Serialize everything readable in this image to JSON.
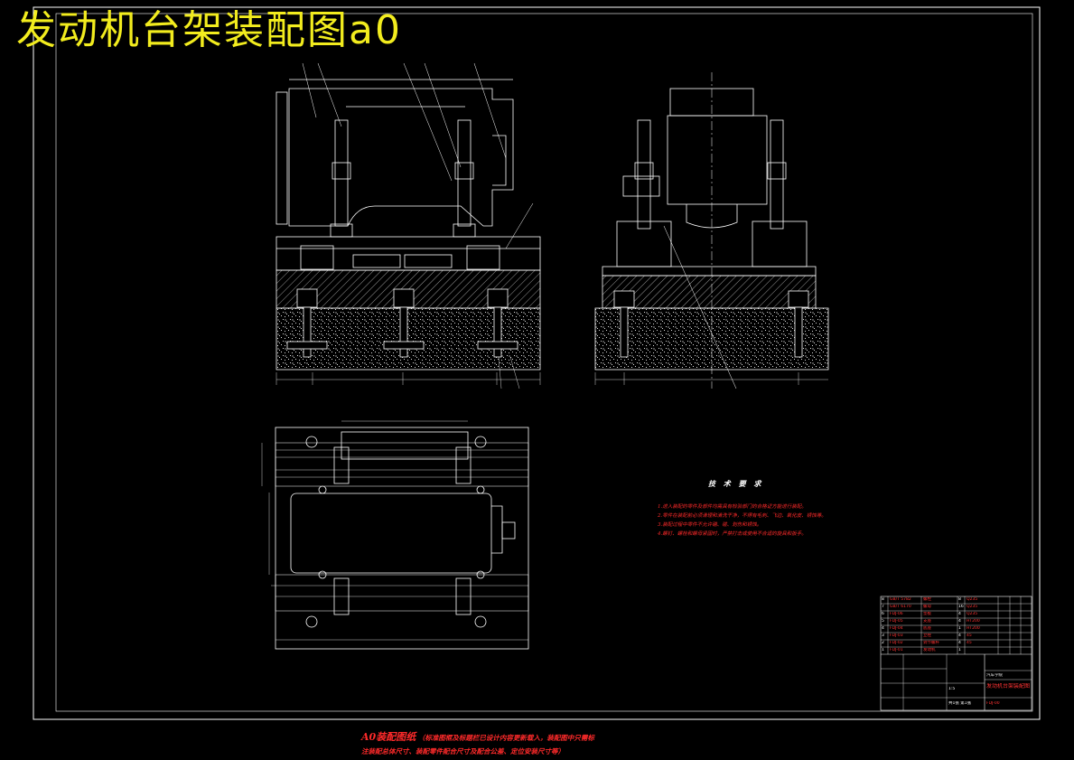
{
  "title": "发动机台架装配图a0",
  "technical_requirements": {
    "heading": "技 术 要 求",
    "items": [
      "1.进入装配的零件及部件均需具有检验部门的合格证方能进行装配。",
      "2.零件在装配前必须清理和清洗干净，不得有毛刺、飞边、氧化皮、锈蚀等。",
      "3.装配过程中零件不允许磕、碰、划伤和锈蚀。",
      "4.螺钉、螺栓和螺母紧固时，严禁打击或使用不合适的旋具和扳手。"
    ]
  },
  "footnote": {
    "label": "A0装配图纸",
    "line1": "（标准图框及标题栏已设计内容更新载入，装配图中只需标",
    "line2": "注装配总体尺寸、装配零件配合尺寸及配合公差、定位安装尺寸等）"
  },
  "title_block": {
    "parts_rows": [
      {
        "no": "8",
        "code": "GB/T 5782",
        "name": "螺栓",
        "qty": "8",
        "material": "Q235"
      },
      {
        "no": "7",
        "code": "GB/T 6170",
        "name": "螺母",
        "qty": "16",
        "material": "Q235"
      },
      {
        "no": "6",
        "code": "FDJ-06",
        "name": "垫板",
        "qty": "4",
        "material": "Q235"
      },
      {
        "no": "5",
        "code": "FDJ-05",
        "name": "支座",
        "qty": "4",
        "material": "HT200"
      },
      {
        "no": "4",
        "code": "FDJ-04",
        "name": "底座",
        "qty": "1",
        "material": "HT200"
      },
      {
        "no": "3",
        "code": "FDJ-03",
        "name": "立柱",
        "qty": "4",
        "material": "45"
      },
      {
        "no": "2",
        "code": "FDJ-02",
        "name": "调节螺杆",
        "qty": "4",
        "material": "45"
      },
      {
        "no": "1",
        "code": "FDJ-01",
        "name": "发动机",
        "qty": "1",
        "material": ""
      }
    ],
    "drawing_name": "发动机台架装配图",
    "school": "汽车学院",
    "scale": "1:5",
    "sheet": "共1张 第1张",
    "drawing_no": "FDJ-00"
  },
  "colors": {
    "frame": "#ffffff",
    "drawing": "#ffffff",
    "annotation": "#ff2a2a",
    "title": "#f2ec1e"
  }
}
